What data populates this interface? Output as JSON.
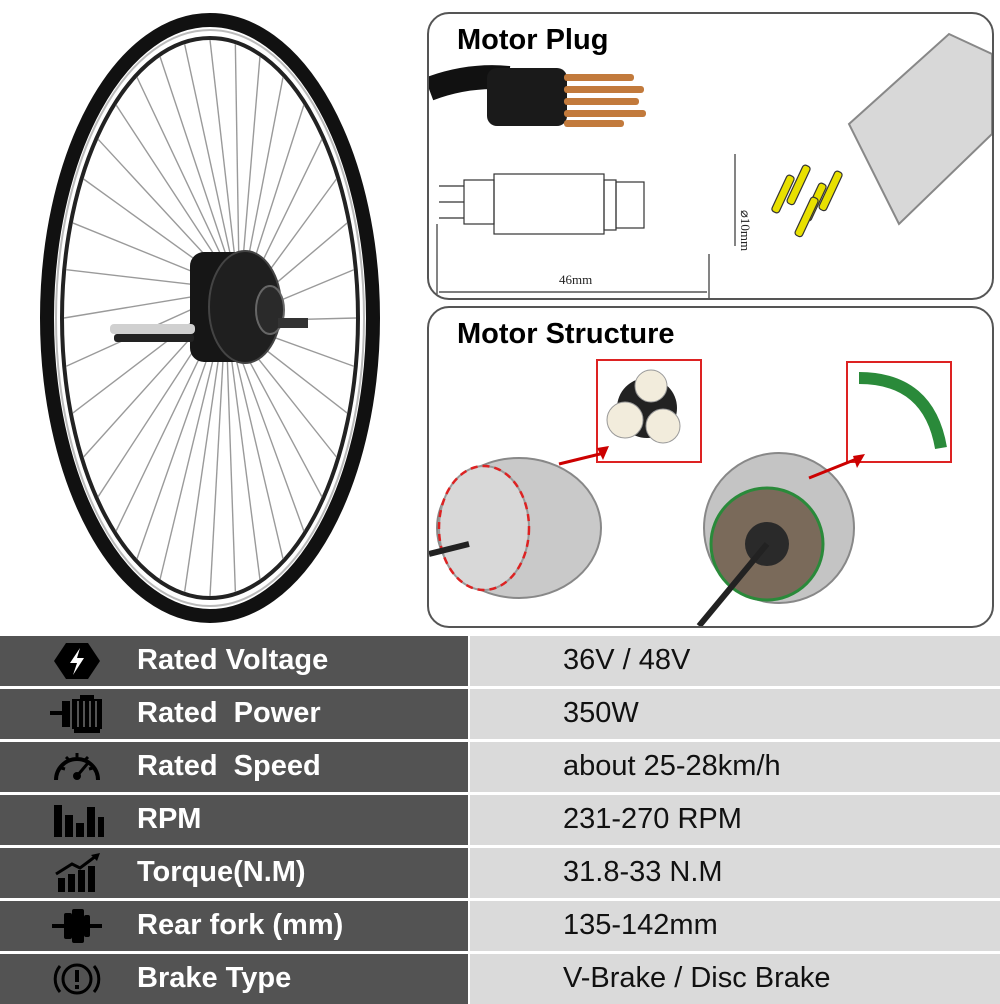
{
  "motor_plug": {
    "title": "Motor Plug",
    "dim_length": "46mm",
    "dim_diameter": "⌀10mm"
  },
  "motor_structure": {
    "title": "Motor Structure"
  },
  "specs": [
    {
      "icon": "lightning-hexagon-icon",
      "label": "Rated Voltage",
      "value": "36V / 48V"
    },
    {
      "icon": "motor-icon",
      "label": "Rated  Power",
      "value": "350W"
    },
    {
      "icon": "speedometer-icon",
      "label": "Rated  Speed",
      "value": "about 25-28km/h"
    },
    {
      "icon": "bar-chart-icon",
      "label": "RPM",
      "value": "231-270 RPM"
    },
    {
      "icon": "rising-bars-icon",
      "label": "Torque(N.M)",
      "value": "31.8-33 N.M"
    },
    {
      "icon": "hub-axle-icon",
      "label": "Rear fork (mm)",
      "value": "135-142mm"
    },
    {
      "icon": "brake-warning-icon",
      "label": "Brake Type",
      "value": "V-Brake / Disc Brake"
    }
  ]
}
